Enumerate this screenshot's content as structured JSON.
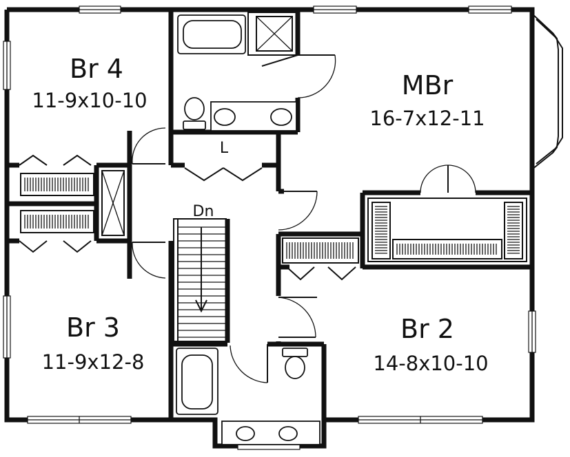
{
  "rooms": {
    "br4": {
      "name": "Br 4",
      "dims": "11-9x10-10"
    },
    "mbr": {
      "name": "MBr",
      "dims": "16-7x12-11"
    },
    "br3": {
      "name": "Br 3",
      "dims": "11-9x12-8"
    },
    "br2": {
      "name": "Br 2",
      "dims": "14-8x10-10"
    }
  },
  "labels": {
    "linen": "L",
    "stairs": "Dn"
  }
}
